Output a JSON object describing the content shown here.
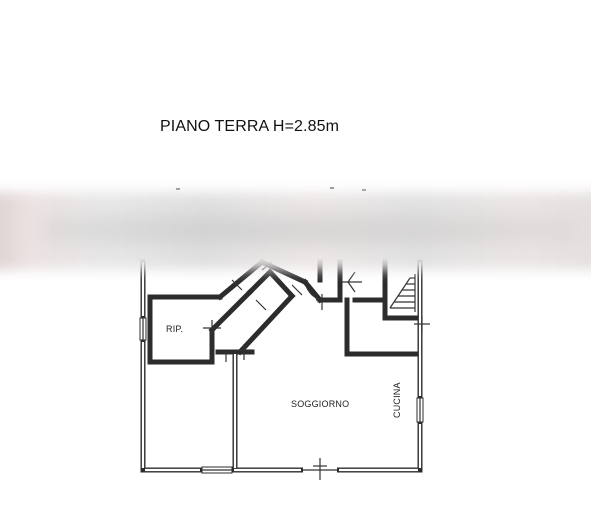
{
  "title": "PIANO TERRA H=2.85m",
  "rooms": {
    "rip": "RIP.",
    "soggiorno": "SOGGIORNO",
    "cucina": "CUCINA"
  },
  "colors": {
    "wall": "#2c2c2c",
    "background": "#ffffff",
    "redacted_band": "#e4e0e0"
  }
}
